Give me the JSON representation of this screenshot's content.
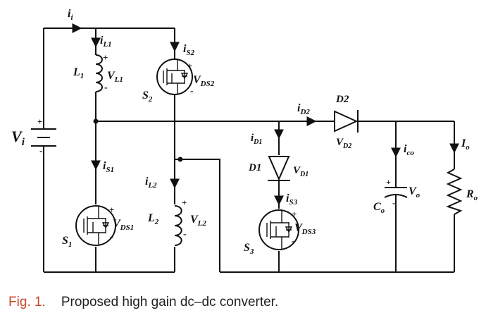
{
  "caption": {
    "label": "Fig. 1.",
    "text": "Proposed high gain dc–dc converter."
  },
  "labels": {
    "vi": {
      "main": "V",
      "sub": "i"
    },
    "ii": {
      "main": "i",
      "sub": "i"
    },
    "il1": {
      "main": "i",
      "sub": "L1"
    },
    "l1": {
      "main": "L",
      "sub": "1"
    },
    "vl1": {
      "main": "V",
      "sub": "L1"
    },
    "is2": {
      "main": "i",
      "sub": "S2"
    },
    "vds2": {
      "main": "V",
      "sub": "DS2"
    },
    "s2": {
      "main": "S",
      "sub": "2"
    },
    "id2": {
      "main": "i",
      "sub": "D2"
    },
    "d2": {
      "main": "D2",
      "sub": ""
    },
    "vd2": {
      "main": "V",
      "sub": "D2"
    },
    "io": {
      "main": "I",
      "sub": "o"
    },
    "ro": {
      "main": "R",
      "sub": "o"
    },
    "ico": {
      "main": "i",
      "sub": "co"
    },
    "co": {
      "main": "C",
      "sub": "o"
    },
    "vo": {
      "main": "V",
      "sub": "o"
    },
    "id1": {
      "main": "i",
      "sub": "D1"
    },
    "d1": {
      "main": "D1",
      "sub": ""
    },
    "vd1": {
      "main": "V",
      "sub": "D1"
    },
    "is3": {
      "main": "i",
      "sub": "S3"
    },
    "vds3": {
      "main": "V",
      "sub": "DS3"
    },
    "s3": {
      "main": "S",
      "sub": "3"
    },
    "is1": {
      "main": "i",
      "sub": "S1"
    },
    "vds1": {
      "main": "V",
      "sub": "DS1"
    },
    "s1": {
      "main": "S",
      "sub": "1"
    },
    "il2": {
      "main": "i",
      "sub": "L2"
    },
    "l2": {
      "main": "L",
      "sub": "2"
    },
    "vl2": {
      "main": "V",
      "sub": "L2"
    }
  }
}
